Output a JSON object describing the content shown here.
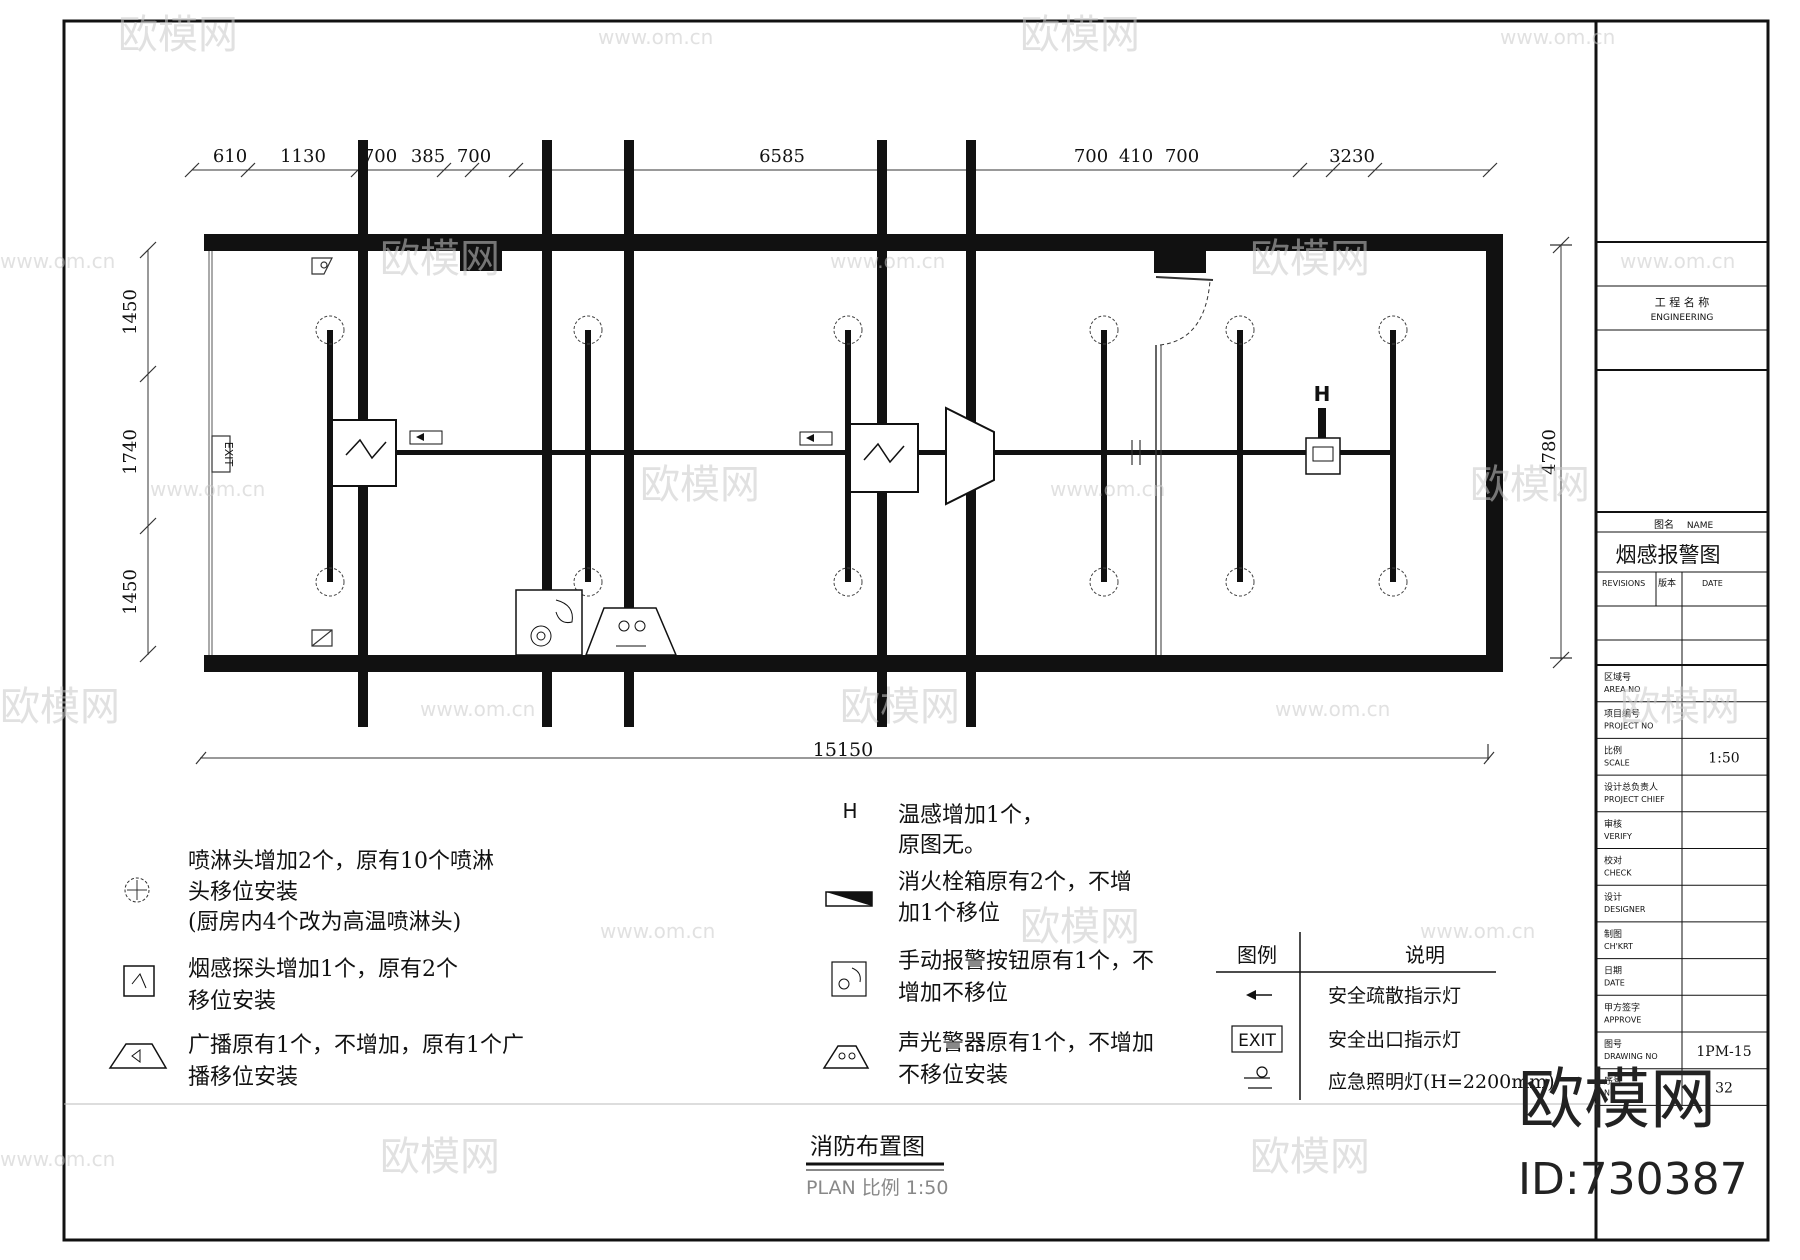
{
  "dimensions": {
    "top": [
      "610",
      "1130",
      "700",
      "385",
      "700",
      "6585",
      "700",
      "410",
      "700",
      "3230"
    ],
    "left": [
      "1450",
      "1740",
      "1450"
    ],
    "right": "4780",
    "bottom": "15150"
  },
  "plan_labels": {
    "exit_sign": "EXIT",
    "heat_detector": "H"
  },
  "notes": {
    "sprinkler": [
      "喷淋头增加2个，原有10个喷淋",
      "头移位安装",
      "(厨房内4个改为高温喷淋头)"
    ],
    "smoke": [
      "烟感探头增加1个，原有2个",
      "移位安装"
    ],
    "speaker": [
      "广播原有1个，不增加，原有1个广",
      "播移位安装"
    ],
    "heat_symbol": "H",
    "heat": [
      "温感增加1个，",
      "原图无。"
    ],
    "hydrant": [
      "消火栓箱原有2个，不增",
      "加1个移位"
    ],
    "manual_alarm": [
      "手动报警按钮原有1个，不",
      "增加不移位"
    ],
    "strobe": [
      "声光警器原有1个，不增加",
      "不移位安装"
    ]
  },
  "legend": {
    "header_symbol": "图例",
    "header_desc": "说明",
    "rows": [
      {
        "desc": "安全疏散指示灯"
      },
      {
        "symbol": "EXIT",
        "desc": "安全出口指示灯"
      },
      {
        "desc": "应急照明灯(H=2200mm)"
      }
    ]
  },
  "drawing_title": {
    "title": "消防布置图",
    "subtitle": "PLAN  比例  1:50"
  },
  "title_block": {
    "project_label_cn": "工 程 名 称",
    "project_label_en": "ENGINEERING",
    "name_label_cn": "图名",
    "name_label_en": "NAME",
    "drawing_name": "烟感报警图",
    "revisions": "REVISIONS",
    "version_cn": "版本",
    "date_en": "DATE",
    "rows": [
      {
        "cn": "区域号",
        "en": "AREA NO",
        "value": ""
      },
      {
        "cn": "项目编号",
        "en": "PROJECT NO",
        "value": ""
      },
      {
        "cn": "比例",
        "en": "SCALE",
        "value": "1:50"
      },
      {
        "cn": "设计总负责人",
        "en": "PROJECT CHIEF",
        "value": ""
      },
      {
        "cn": "审核",
        "en": "VERIFY",
        "value": ""
      },
      {
        "cn": "校对",
        "en": "CHECK",
        "value": ""
      },
      {
        "cn": "设计",
        "en": "DESIGNER",
        "value": ""
      },
      {
        "cn": "制图",
        "en": "CH'KRT",
        "value": ""
      },
      {
        "cn": "日期",
        "en": "DATE",
        "value": ""
      },
      {
        "cn": "甲方签字",
        "en": "APPROVE",
        "value": ""
      },
      {
        "cn": "图号",
        "en": "DRAWING NO",
        "value": "1PM-15"
      },
      {
        "cn": "序号",
        "en": "NO",
        "value": "32"
      }
    ]
  },
  "watermarks": {
    "brand": "欧模网",
    "url": "www.om.cn",
    "id": "ID:730387"
  },
  "colors": {
    "ink": "#111111",
    "watermark": "#c9c9c9",
    "paper": "#ffffff"
  }
}
